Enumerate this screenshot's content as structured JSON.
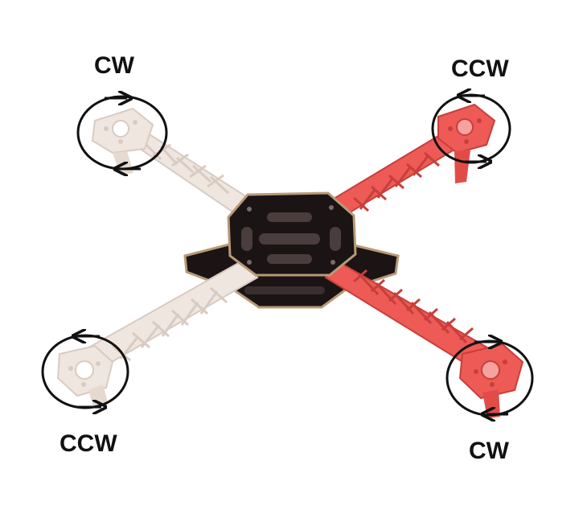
{
  "labels": {
    "top_left": "CW",
    "top_right": "CCW",
    "bottom_left": "CCW",
    "bottom_right": "CW"
  },
  "colors": {
    "white_arm": "#efe6df",
    "white_arm_shade": "#d8cbc2",
    "red_arm": "#ee5a55",
    "red_arm_shade": "#c73f3b",
    "plate": "#1a1414",
    "plate_edge": "#b89a78",
    "ring": "#111111"
  }
}
